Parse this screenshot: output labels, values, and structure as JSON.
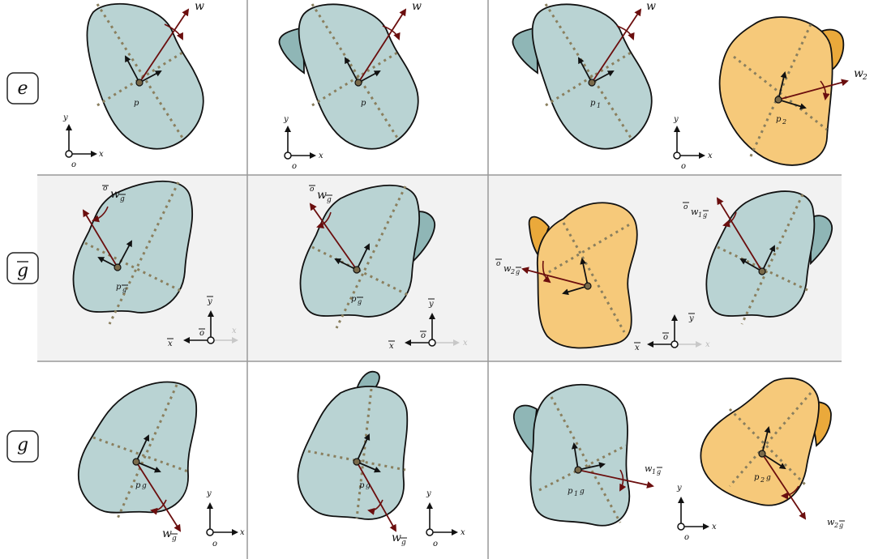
{
  "row_labels": [
    "e",
    "g",
    "g"
  ],
  "row_label_bar": [
    false,
    true,
    false
  ],
  "labels": {
    "w": "w",
    "w2": "w",
    "w2_sub": "2",
    "p": "p",
    "p1": "p",
    "p1_sub": "1",
    "p2": "p",
    "p2_sub": "2",
    "o": "o",
    "x": "x",
    "y": "y",
    "ow": "w",
    "g_sub": "g",
    "w1": "w",
    "w1_sub": "1",
    "pg": "p",
    "g_suffix": "g"
  },
  "colors": {
    "blue_fill": "#b9d3d3",
    "blue_ear": "#8fb6b6",
    "orange_fill": "#f6c97a",
    "orange_ear": "#eaa93b",
    "frame_axis": "#6b0e0e",
    "dotted": "#8a7f5e",
    "highlight_row": "#f2f2f2",
    "grid_line": "#999999"
  }
}
